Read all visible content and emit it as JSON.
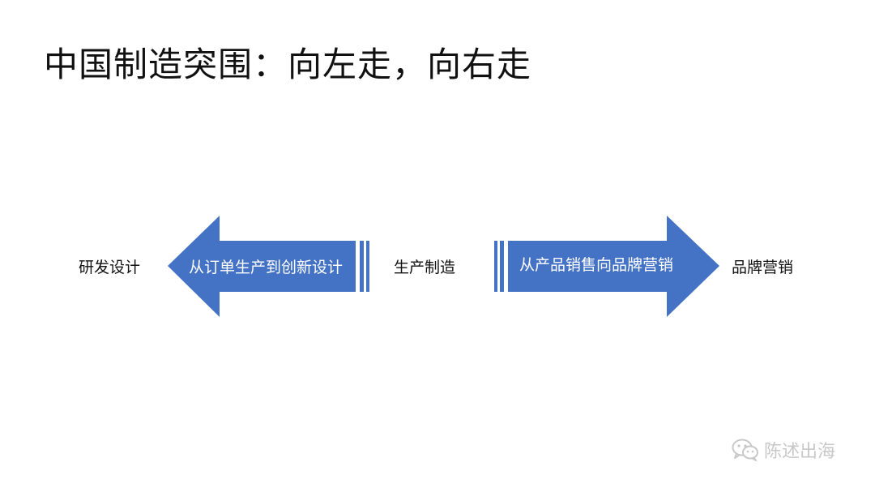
{
  "slide": {
    "title": "中国制造突围：向左走，向右走"
  },
  "diagram": {
    "left_node": "研发设计",
    "center_node": "生产制造",
    "right_node": "品牌营销",
    "left_arrow_label": "从订单生产到创新设计",
    "right_arrow_label": "从产品销售向品牌营销",
    "arrow_color": "#4472C4"
  },
  "watermark": {
    "icon": "wechat-icon",
    "text": "陈述出海"
  }
}
